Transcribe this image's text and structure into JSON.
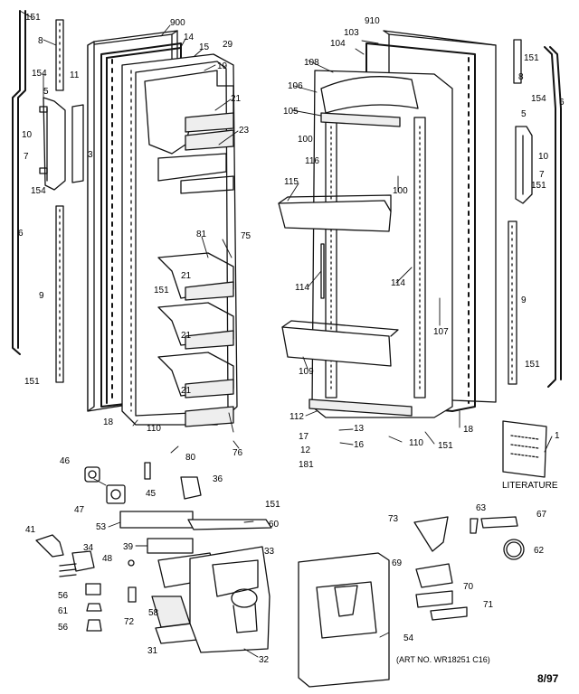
{
  "diagram": {
    "date_code": "8/97",
    "art_number": "(ART NO. WR18251 C16)",
    "literature_label": "LITERATURE",
    "part_labels": [
      "151",
      "900",
      "14",
      "29",
      "15",
      "910",
      "103",
      "104",
      "8",
      "151",
      "19",
      "108",
      "106",
      "21",
      "154",
      "6",
      "11",
      "5",
      "23",
      "105",
      "10",
      "3",
      "7",
      "154",
      "100",
      "116",
      "115",
      "100",
      "5",
      "154",
      "10",
      "7",
      "6",
      "8",
      "151",
      "81",
      "75",
      "114",
      "114",
      "9",
      "151",
      "21",
      "21",
      "107",
      "109",
      "9",
      "21",
      "151",
      "151",
      "112",
      "13",
      "18",
      "110",
      "17",
      "16",
      "110",
      "151",
      "18",
      "80",
      "12",
      "76",
      "1",
      "181",
      "46",
      "36",
      "45",
      "47",
      "151",
      "63",
      "67",
      "41",
      "53",
      "60",
      "73",
      "34",
      "39",
      "48",
      "33",
      "62",
      "69",
      "56",
      "70",
      "61",
      "72",
      "58",
      "71",
      "56",
      "31",
      "32",
      "54"
    ]
  }
}
